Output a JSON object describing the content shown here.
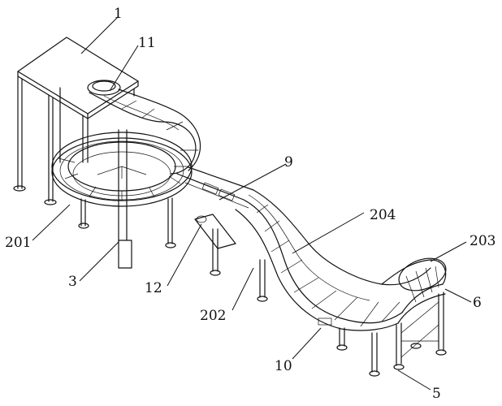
{
  "labels": {
    "l1": "1",
    "l11": "11",
    "l9": "9",
    "l204": "204",
    "l203": "203",
    "l6": "6",
    "l201": "201",
    "l3": "3",
    "l12": "12",
    "l202": "202",
    "l10": "10",
    "l5": "5"
  }
}
